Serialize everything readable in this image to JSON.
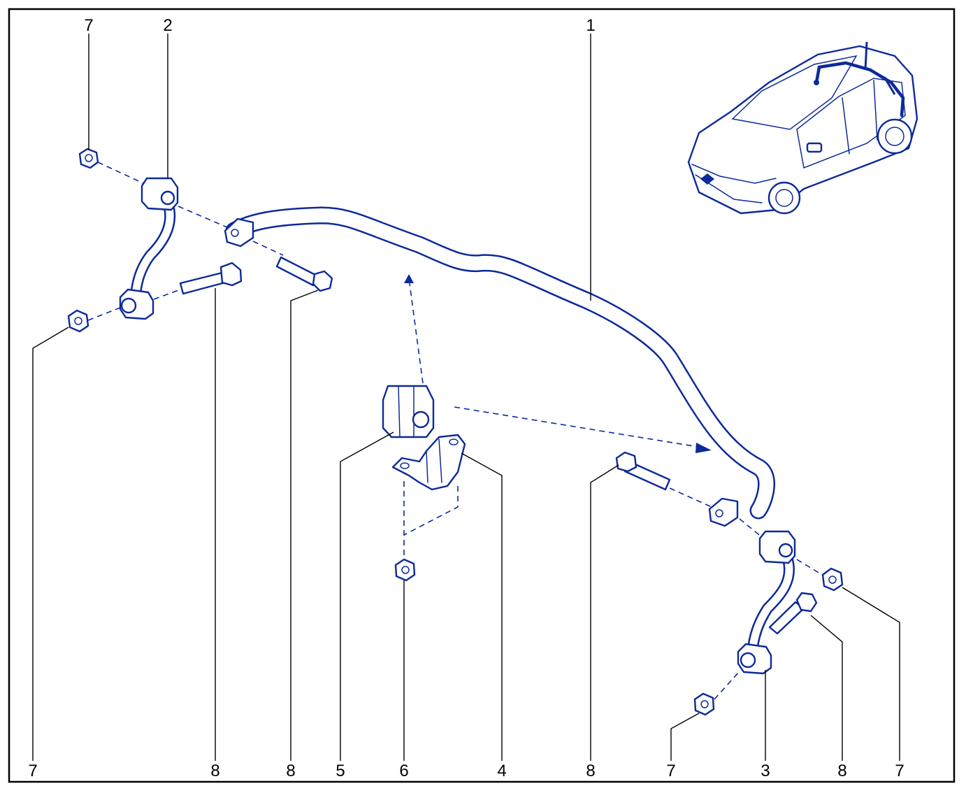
{
  "diagram": {
    "line_color": "#0d2a9a",
    "callout_color": "#000000",
    "callouts": {
      "top_7": "7",
      "top_2": "2",
      "top_1": "1",
      "bottom_7a": "7",
      "bottom_8a": "8",
      "bottom_8b": "8",
      "bottom_5": "5",
      "bottom_6": "6",
      "bottom_4": "4",
      "bottom_8c": "8",
      "bottom_7b": "7",
      "bottom_3": "3",
      "bottom_8d": "8",
      "bottom_7c": "7"
    }
  }
}
